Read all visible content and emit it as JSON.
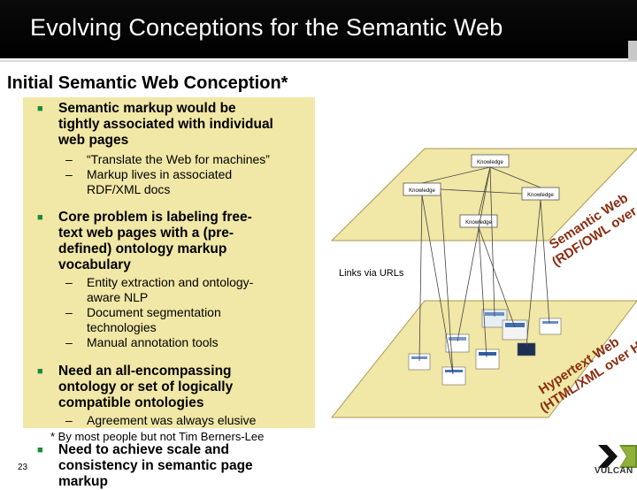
{
  "slide": {
    "title": "Evolving Conceptions for the Semantic Web",
    "subtitle": "Initial Semantic Web Conception*",
    "bullets": [
      {
        "lines": [
          "Semantic markup would be",
          "tightly associated with individual",
          "web pages"
        ],
        "subs": [
          {
            "lines": [
              "“Translate the Web for machines”"
            ]
          },
          {
            "lines": [
              "Markup lives in associated",
              "RDF/XML docs"
            ]
          }
        ]
      },
      {
        "lines": [
          "Core problem is labeling free-",
          "text web pages with a (pre-",
          "defined) ontology markup",
          "vocabulary"
        ],
        "subs": [
          {
            "lines": [
              "Entity extraction and ontology-",
              "aware NLP"
            ]
          },
          {
            "lines": [
              "Document segmentation",
              "technologies"
            ]
          },
          {
            "lines": [
              "Manual annotation tools"
            ]
          }
        ]
      },
      {
        "lines": [
          "Need an all-encompassing",
          "ontology or set of logically",
          "compatible ontologies"
        ],
        "subs": [
          {
            "lines": [
              "Agreement was always elusive"
            ]
          }
        ]
      },
      {
        "lines": [
          "Need to achieve scale and",
          "consistency in semantic page",
          "markup"
        ],
        "subs": []
      }
    ],
    "footnote": "* By most people but not Tim Berners-Lee",
    "page_number": "23",
    "logo_text": "VULCAN"
  },
  "diagram": {
    "links_label": "Links via URLs",
    "semantic_label_1": "Semantic Web",
    "semantic_label_2": "(RDF/OWL over HTTP)",
    "hypertext_label_1": "Hypertext Web",
    "hypertext_label_2": "(HTML/XML over HTTP)",
    "node_labels": [
      "Knowledge",
      "Knowledge",
      "Knowledge",
      "Knowledge"
    ]
  },
  "colors": {
    "title_bar": "#000000",
    "panel": "#f1e7a6",
    "bullet": "#1a8a3a",
    "diagram_text": "#8b2d10",
    "plane": "#f1e7a6"
  }
}
